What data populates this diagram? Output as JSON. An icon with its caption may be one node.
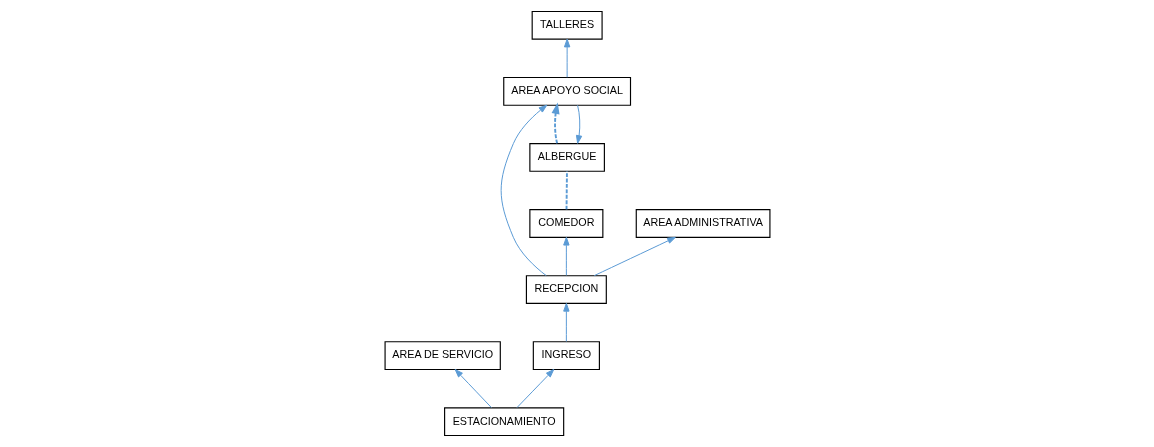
{
  "diagram": {
    "nodes": [
      {
        "text": [
          "ALBERGUE"
        ]
      },
      {
        "text": [
          "TALLERES"
        ]
      },
      {
        "text": [
          "AREA DE SERVICIO"
        ]
      },
      {
        "text": [
          "AREA APOYO SOCIAL"
        ]
      },
      {
        "text": [
          "COMEDOR"
        ]
      },
      {
        "text": [
          "RECEPCION"
        ]
      },
      {
        "text": [
          "AREA ADMINISTRATIVA"
        ]
      },
      {
        "text": [
          "ESTACIONAMIENTO"
        ]
      },
      {
        "text": [
          "INGRESO"
        ]
      }
    ],
    "edges": [
      {
        "from": 4,
        "to": 0,
        "arrow": "none",
        "style": "dashed"
      },
      {
        "from": 0,
        "to": 3,
        "arrow": "to",
        "style": "dashed"
      },
      {
        "from": 3,
        "to": 0,
        "arrow": "to"
      },
      {
        "from": 3,
        "to": 1,
        "arrow": "to"
      },
      {
        "from": 5,
        "to": 4,
        "arrow": "to"
      },
      {
        "from": 5,
        "to": 3,
        "arrow": "to"
      },
      {
        "from": 5,
        "to": 6,
        "arrow": "to"
      },
      {
        "from": 8,
        "to": 5,
        "arrow": "to"
      },
      {
        "from": 7,
        "to": 8,
        "arrow": "to"
      },
      {
        "from": 7,
        "to": 2,
        "arrow": "to"
      }
    ]
  }
}
